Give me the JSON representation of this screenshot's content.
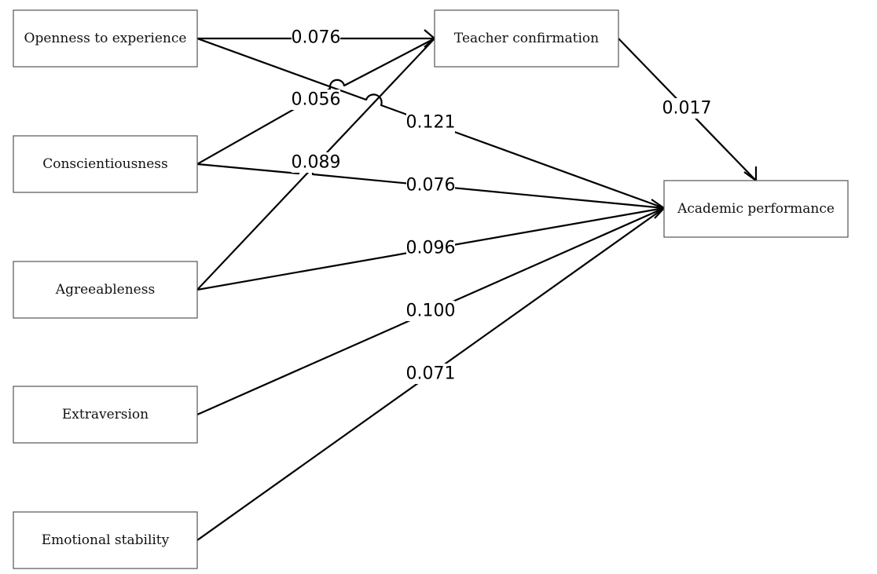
{
  "nodes": {
    "openness": "Openness to experience",
    "conscientiousness": "Conscientiousness",
    "agreeableness": "Agreeableness",
    "extraversion": "Extraversion",
    "emotional_stability": "Emotional stability",
    "teacher_confirmation": "Teacher confirmation",
    "academic_performance": "Academic performance"
  },
  "paths": [
    {
      "from": "Openness to experience",
      "to": "Teacher confirmation",
      "coefficient": "0.076"
    },
    {
      "from": "Conscientiousness",
      "to": "Teacher confirmation",
      "coefficient": "0.056"
    },
    {
      "from": "Agreeableness",
      "to": "Teacher confirmation",
      "coefficient": "0.089"
    },
    {
      "from": "Openness to experience",
      "to": "Academic performance",
      "coefficient": "0.121"
    },
    {
      "from": "Conscientiousness",
      "to": "Academic performance",
      "coefficient": "0.076"
    },
    {
      "from": "Agreeableness",
      "to": "Academic performance",
      "coefficient": "0.096"
    },
    {
      "from": "Extraversion",
      "to": "Academic performance",
      "coefficient": "0.100"
    },
    {
      "from": "Emotional stability",
      "to": "Academic performance",
      "coefficient": "0.071"
    },
    {
      "from": "Teacher confirmation",
      "to": "Academic performance",
      "coefficient": "0.017"
    }
  ]
}
